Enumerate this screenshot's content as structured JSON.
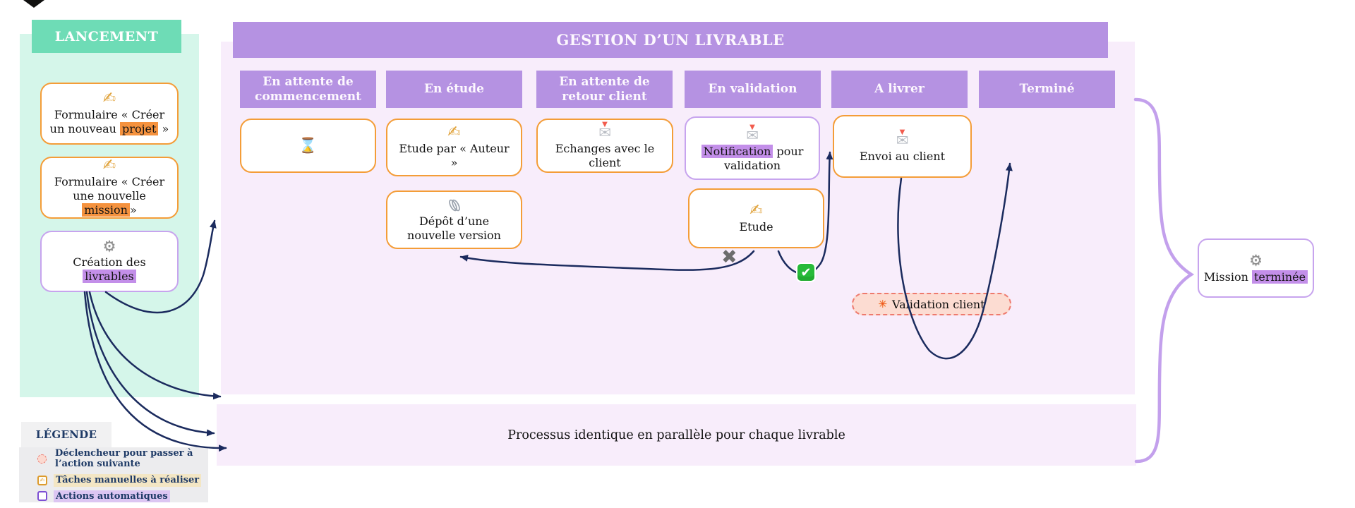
{
  "header": {
    "title": "GESTION D’UN LIVRABLE"
  },
  "lancement": {
    "title": "LANCEMENT",
    "boxes": [
      {
        "icon": "writing-hand-icon",
        "pre": "Formulaire « Créer un nouveau ",
        "highlight": "projet",
        "post": " »"
      },
      {
        "icon": "writing-hand-icon",
        "pre": "Formulaire « Créer une nouvelle ",
        "highlight": "mission",
        "post": "»"
      },
      {
        "icon": "gear-icon",
        "pre": "Création des ",
        "highlight": "livrables",
        "post": ""
      }
    ]
  },
  "kanban": {
    "columns": [
      "En attente de commencement",
      "En étude",
      "En attente de retour client",
      "En validation",
      "A livrer",
      "Terminé"
    ],
    "cards": {
      "waiting": {
        "icon": "hourglass-icon",
        "text": ""
      },
      "etude_auteur": {
        "icon": "writing-hand-icon",
        "text": "Etude par « Auteur »"
      },
      "depot": {
        "icon": "paperclip-icon",
        "text": "Dépôt d’une nouvelle version"
      },
      "echanges": {
        "icon": "incoming-mail-icon",
        "text": "Echanges avec le client"
      },
      "notification": {
        "icon": "incoming-mail-icon",
        "pre": "",
        "highlight": "Notification",
        "post": " pour validation"
      },
      "etude": {
        "icon": "writing-hand-icon",
        "text": "Etude"
      },
      "envoi": {
        "icon": "incoming-mail-icon",
        "text": "Envoi au client"
      }
    },
    "markers": {
      "reject": "✖",
      "approve": "✔"
    },
    "trigger_pill": {
      "icon": "collision-icon",
      "label": "Validation client"
    }
  },
  "mission_box": {
    "icon": "gear-icon",
    "pre": "Mission ",
    "highlight": "terminée",
    "post": ""
  },
  "parallel_bar": {
    "text": "Processus identique en parallèle pour chaque livrable"
  },
  "legend": {
    "title": "LÉGENDE",
    "items": [
      {
        "icon": "trigger-circle-icon",
        "label": "Déclencheur pour passer à l’action suivante"
      },
      {
        "icon": "manual-task-square-icon",
        "label": "Tâches manuelles à réaliser"
      },
      {
        "icon": "auto-action-square-icon",
        "label": "Actions automatiques"
      }
    ]
  },
  "colors": {
    "mint_panel": "#d5f6ea",
    "mint_header": "#6edcb6",
    "purple_header": "#b592e2",
    "board_background": "#f8edfb",
    "manual_task_border": "#f49d38",
    "auto_action_border": "#c7a4ee",
    "orange_highlight": "#f5923e",
    "purple_highlight": "#c38fe9",
    "arrow_navy": "#1b2b5e",
    "trigger_fill": "#fcdcd2",
    "trigger_border": "#ee7a6e",
    "brace_purple": "#c3a0ec",
    "legend_navy": "#1e3a66"
  }
}
